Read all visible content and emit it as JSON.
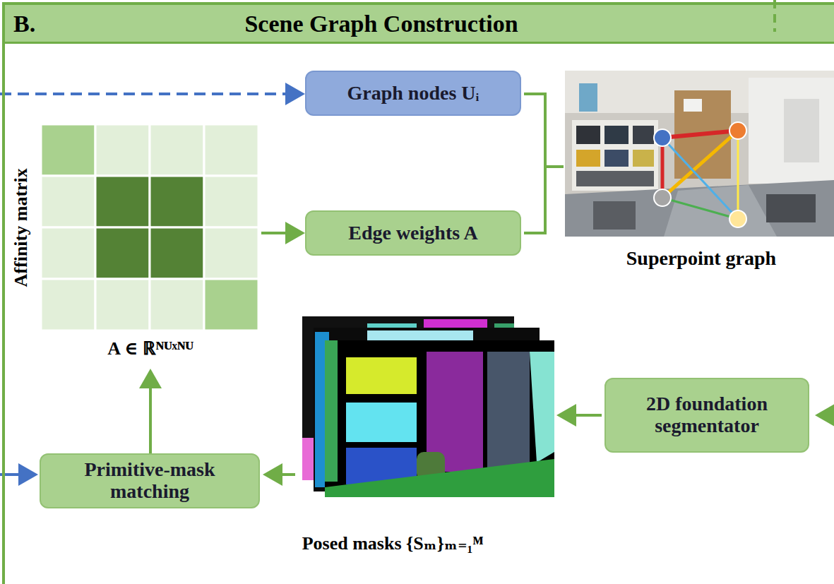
{
  "diagram": {
    "nodes": [
      {
        "text": [
          "B.",
          "Scene Graph Construction"
        ]
      },
      {
        "text": [
          "Graph nodes Uᵢ"
        ],
        "in": 0
      },
      {
        "text": [
          "Edge weights A"
        ],
        "in": 0
      },
      {
        "text": [
          "Primitive-mask matching"
        ],
        "in": 0
      },
      {
        "text": [
          "2D foundation segmentator"
        ],
        "in": 0
      }
    ],
    "labels": [
      "Affinity matrix",
      "A ∈ ℝᴺᵁˣᴺᵁ",
      "Superpoint graph",
      "Posed masks {Sₘ}ₘ₌₁ᴹ"
    ]
  }
}
